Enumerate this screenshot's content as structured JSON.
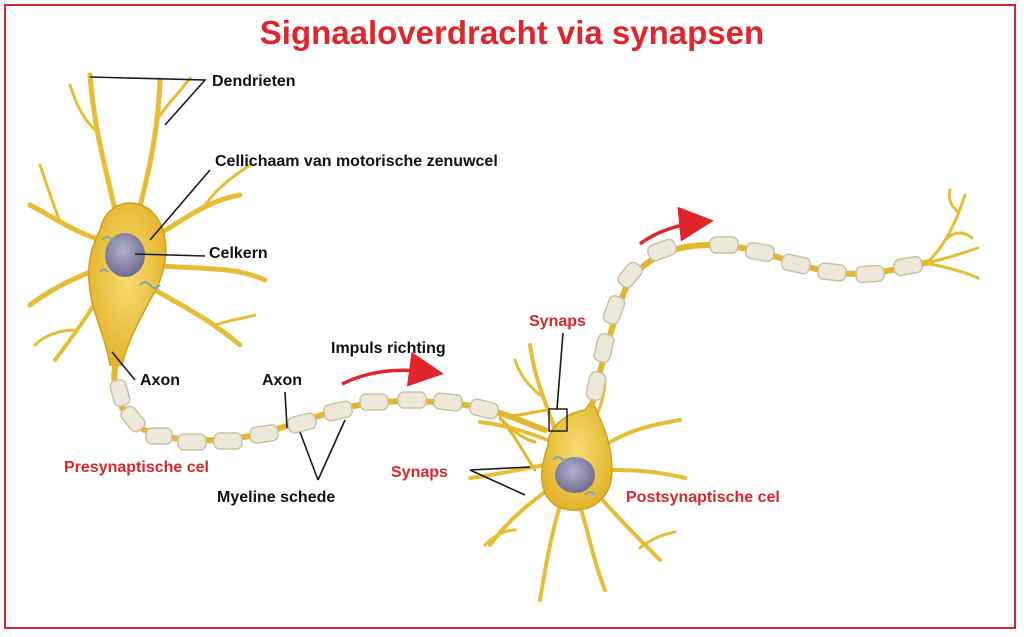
{
  "title": "Signaaloverdracht via synapsen",
  "labels": {
    "dendrieten": "Dendrieten",
    "cellichaam": "Cellichaam van motorische zenuwcel",
    "celkern": "Celkern",
    "axon_1": "Axon",
    "axon_2": "Axon",
    "impuls_richting": "Impuls richting",
    "presynaptische_cel": "Presynaptische cel",
    "myeline_schede": "Myeline schede",
    "synaps_upper": "Synaps",
    "synaps_lower": "Synaps",
    "postsynaptische_cel": "Postsynaptische cel"
  },
  "colors": {
    "title_red": "#e0262c",
    "label_black": "#111111",
    "label_red": "#d9262e",
    "frame": "#d9262e",
    "neuron_yellow": "#e9c03a",
    "neuron_light": "#f5d86a",
    "nucleus": "#8a86a8",
    "myelin": "#ece8da",
    "arrow_red": "#e0262c"
  }
}
